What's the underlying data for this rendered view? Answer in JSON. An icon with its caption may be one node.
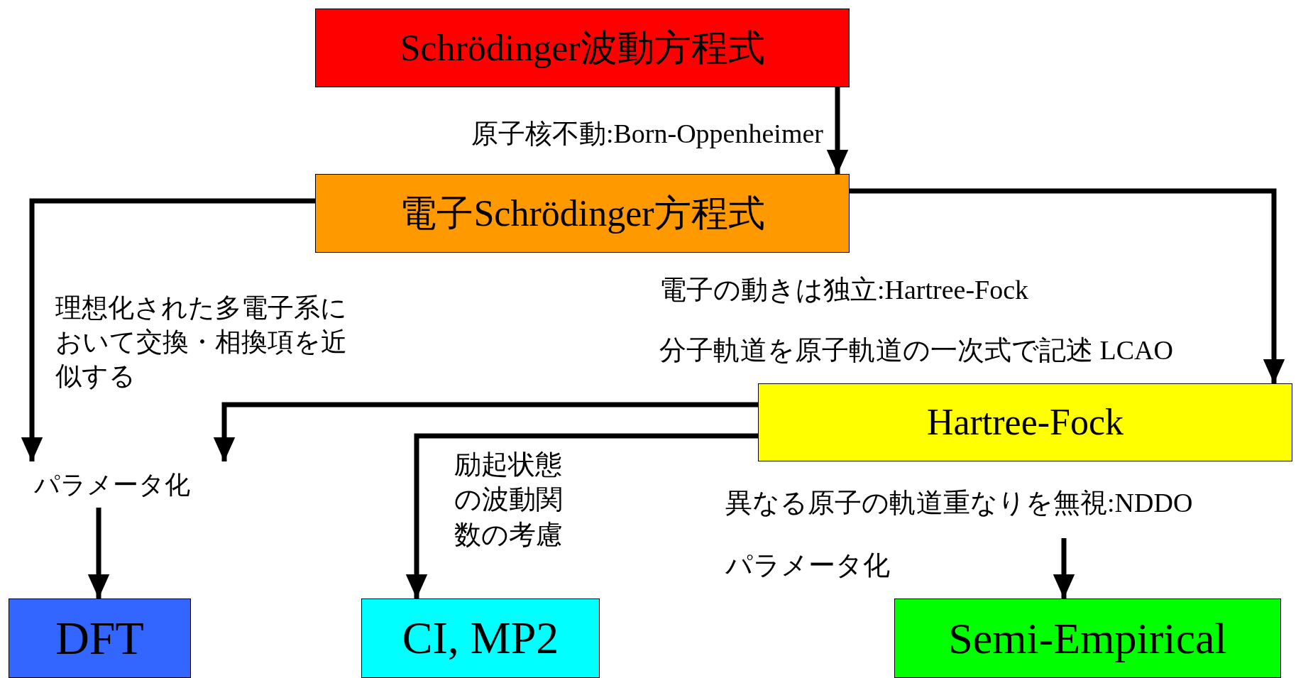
{
  "diagram": {
    "nodes": [
      {
        "text": [
          "Schrödinger波動方程式"
        ]
      },
      {
        "text": [
          "電子Schrödinger方程式"
        ]
      },
      {
        "text": [
          "Hartree-Fock"
        ]
      },
      {
        "text": [
          "DFT"
        ]
      },
      {
        "text": [
          "CI, MP2"
        ]
      },
      {
        "text": [
          "パラメータ化"
        ]
      },
      {
        "text": [
          "Semi-Empirical"
        ]
      }
    ],
    "edges": [
      {
        "from": 0,
        "to": 1,
        "arrow": "to",
        "label": "原子核不動:Born-Oppenheimer"
      },
      {
        "from": 1,
        "to": 5,
        "arrow": "to",
        "label": "理想化された多電子系において交換・相換項を近似する"
      },
      {
        "from": 1,
        "to": 2,
        "arrow": "to",
        "label": "電子の動きは独立:Hartree-Fock"
      },
      {
        "from": 2,
        "to": 5,
        "arrow": "to"
      },
      {
        "from": 2,
        "to": 4,
        "arrow": "to",
        "label": "励起状態の波動関数の考慮"
      },
      {
        "from": 5,
        "to": 3,
        "arrow": "to"
      },
      {
        "from": null,
        "to": 6,
        "arrow": "to"
      }
    ],
    "labels": [
      "分子軌道を原子軌道の一次式で記述 LCAO",
      "異なる原子の軌道重なりを無視:NDDO",
      "パラメータ化"
    ]
  }
}
